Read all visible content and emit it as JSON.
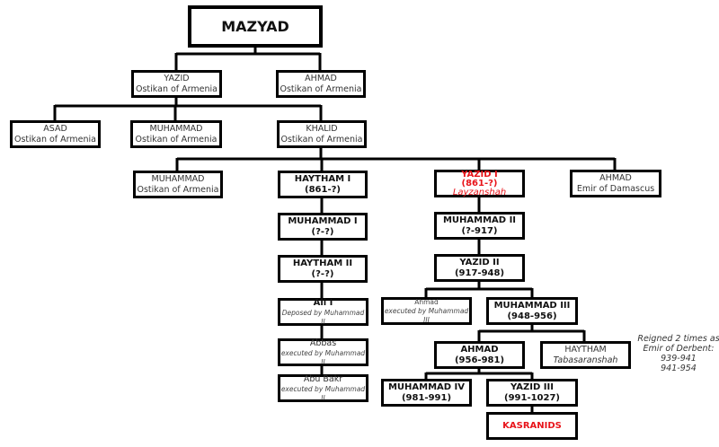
{
  "root": "MAZYAD",
  "yazid": {
    "name": "YAZID",
    "title": "Ostikan of Armenia"
  },
  "ahmad1": {
    "name": "AHMAD",
    "title": "Ostikan of Armenia"
  },
  "asad": {
    "name": "ASAD",
    "title": "Ostikan of Armenia"
  },
  "muhammad1": {
    "name": "MUHAMMAD",
    "title": "Ostikan of Armenia"
  },
  "khalid": {
    "name": "KHALID",
    "title": "Ostikan of Armenia"
  },
  "muhammad2": {
    "name": "MUHAMMAD",
    "title": "Ostikan of Armenia"
  },
  "haytham_i": {
    "name": "HAYTHAM I",
    "reign": "(861-?)"
  },
  "yazid_i": {
    "name": "YAZID I",
    "reign": "(861-?)",
    "title": "Layzanshah"
  },
  "ahmad_emir": {
    "name": "AHMAD",
    "title": "Emir of Damascus"
  },
  "muhammad_i": {
    "name": "MUHAMMAD I",
    "reign": "(?-?)"
  },
  "muhammad_ii": {
    "name": "MUHAMMAD II",
    "reign": "(?-917)"
  },
  "haytham_ii": {
    "name": "HAYTHAM II",
    "reign": "(?-?)"
  },
  "yazid_ii": {
    "name": "YAZID II",
    "reign": "(917-948)"
  },
  "ali_i": {
    "name": "Ali I",
    "note": "Deposed by Muhammad II"
  },
  "ahmad_exec": {
    "name": "Ahmad",
    "note": "executed by Muhammad III"
  },
  "muhammad_iii": {
    "name": "MUHAMMAD III",
    "reign": "(948-956)"
  },
  "abbas": {
    "name": "Abbas",
    "note": "executed by Muhammad II"
  },
  "abu_bakr": {
    "name": "Abu Bakr",
    "note": "executed by Muhammad II"
  },
  "ahmad_956": {
    "name": "AHMAD",
    "reign": "(956-981)"
  },
  "haytham_tab": {
    "name": "HAYTHAM",
    "title": "Tabasaranshah"
  },
  "muhammad_iv": {
    "name": "MUHAMMAD IV",
    "reign": "(981-991)"
  },
  "yazid_iii": {
    "name": "YAZID III",
    "reign": "(991-1027)"
  },
  "kasranids": "KASRANIDS",
  "derbent_note": [
    "Reigned 2 times as",
    "Emir of Derbent:",
    "939-941",
    "941-954"
  ],
  "colors": {
    "highlight": "#e8141a",
    "border": "#000000"
  }
}
